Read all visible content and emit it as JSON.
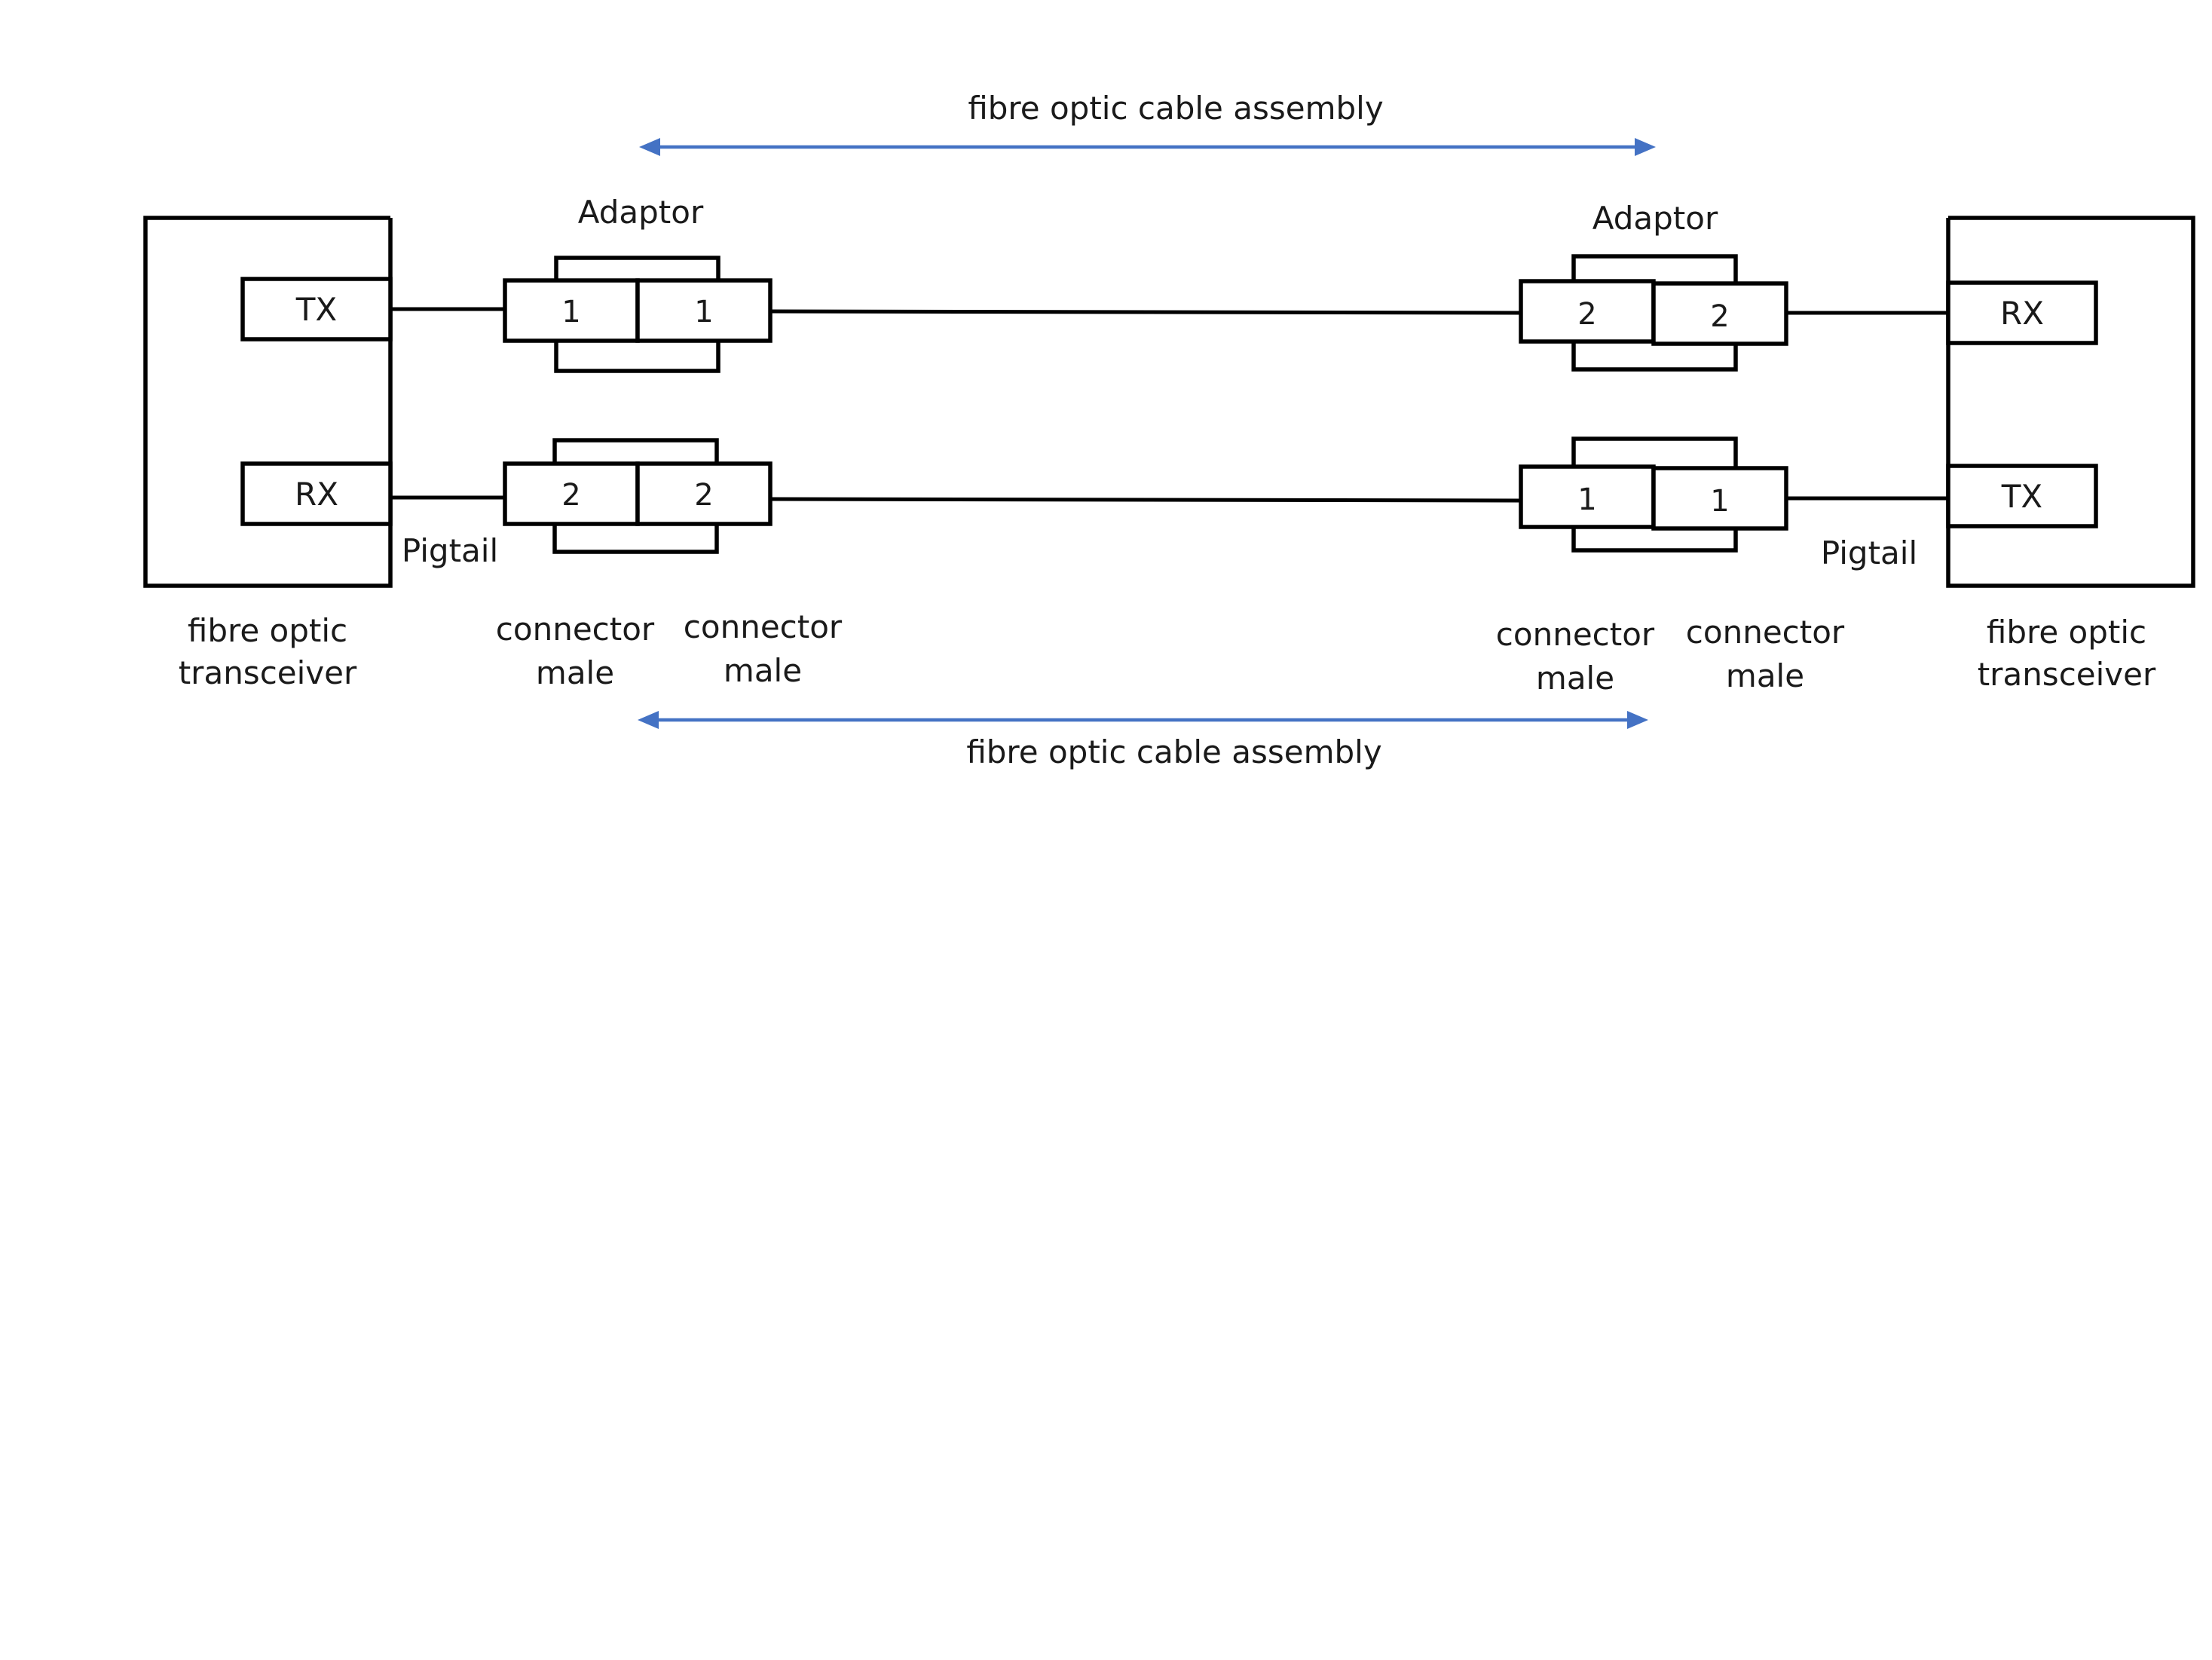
{
  "colors": {
    "arrow": "#4472c4",
    "line": "#000000",
    "background": "#ffffff"
  },
  "top_arrow": {
    "label": "fibre optic cable assembly"
  },
  "bottom_arrow": {
    "label": "fibre optic cable assembly"
  },
  "left": {
    "transceiver_label_line1": "fibre optic",
    "transceiver_label_line2": "transceiver",
    "port_top": "TX",
    "port_bottom": "RX",
    "pigtail": "Pigtail",
    "adaptor": "Adaptor",
    "top_connector_a": "1",
    "top_connector_b": "1",
    "bottom_connector_a": "2",
    "bottom_connector_b": "2",
    "connector_a_line1": "connector",
    "connector_a_line2": "male",
    "connector_b_line1": "connector",
    "connector_b_line2": "male"
  },
  "right": {
    "transceiver_label_line1": "fibre optic",
    "transceiver_label_line2": "transceiver",
    "port_top": "RX",
    "port_bottom": "TX",
    "pigtail": "Pigtail",
    "adaptor": "Adaptor",
    "top_connector_a": "2",
    "top_connector_b": "2",
    "bottom_connector_a": "1",
    "bottom_connector_b": "1",
    "connector_a_line1": "connector",
    "connector_a_line2": "male",
    "connector_b_line1": "connector",
    "connector_b_line2": "male"
  }
}
